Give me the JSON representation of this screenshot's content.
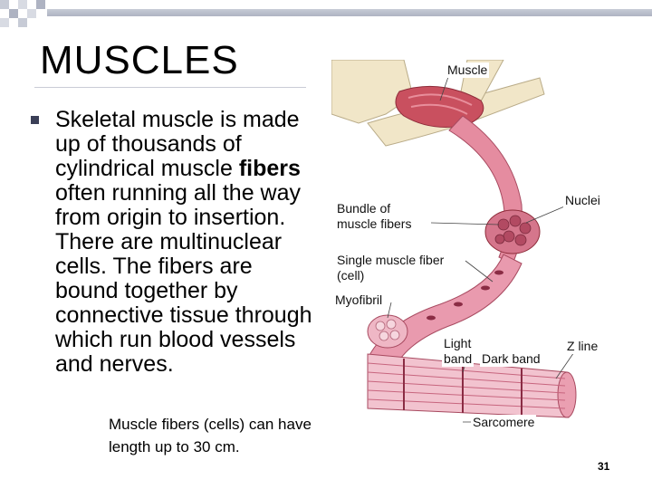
{
  "slide": {
    "title": "MUSCLES",
    "bullet": {
      "text_before": "Skeletal muscle is made up of thousands of cylindrical muscle ",
      "bold_word": "fibers",
      "text_after": " often running all the way from origin to insertion. There are multinuclear cells. The fibers are bound together by connective tissue through which run blood vessels and nerves."
    },
    "caption": "Muscle fibers (cells) can have length up to 30 cm.",
    "page_number": "31"
  },
  "figure": {
    "labels": {
      "muscle": "Muscle",
      "bundle": "Bundle of\nmuscle fibers",
      "nuclei": "Nuclei",
      "single_fiber": "Single muscle fiber\n(cell)",
      "myofibril": "Myofibril",
      "light_band": "Light\nband",
      "dark_band": "Dark band",
      "z_line": "Z line",
      "sarcomere": "Sarcomere"
    }
  },
  "colors": {
    "accent": "#3b3f57",
    "muscle": "#d9667e",
    "bone": "#f1e6c8"
  }
}
